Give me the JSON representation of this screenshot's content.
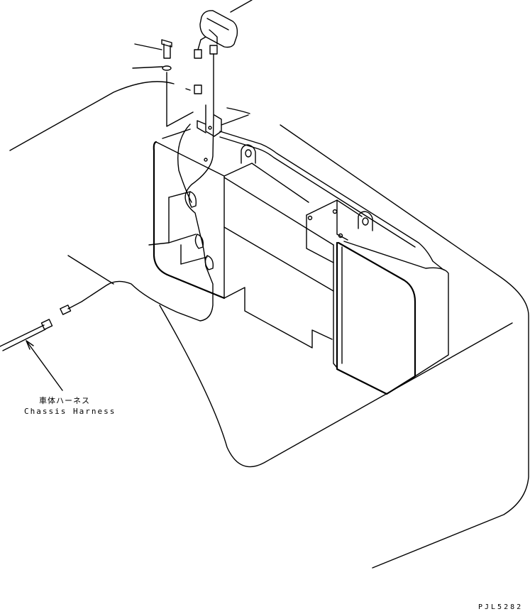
{
  "callout": {
    "label_jp": "車体ハーネス",
    "label_en": "Chassis Harness"
  },
  "drawing_number": "PJL5282"
}
